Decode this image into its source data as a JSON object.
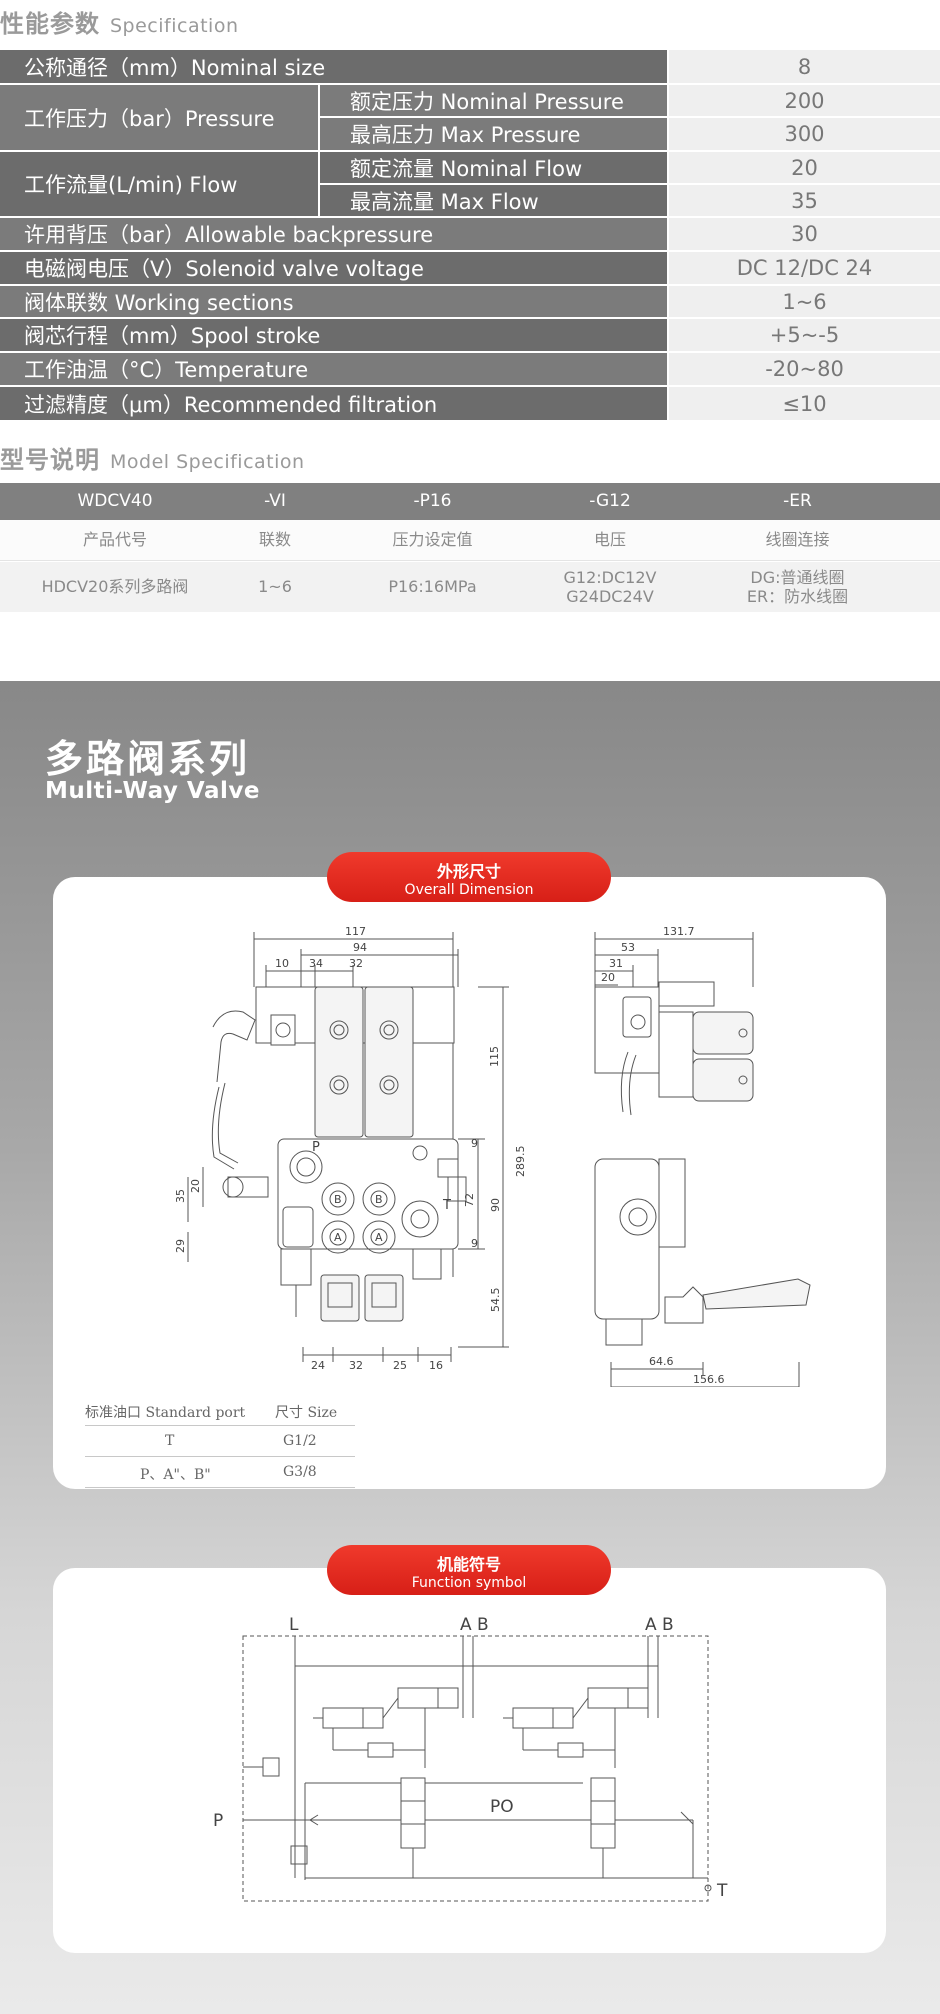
{
  "spec_section": {
    "title_zh": "性能参数",
    "title_en": "Specification"
  },
  "spec_rows": [
    {
      "label": "公称通径（mm）Nominal size",
      "value": "8"
    },
    {
      "group": "工作压力（bar）Pressure",
      "label": "额定压力 Nominal Pressure",
      "value": "200"
    },
    {
      "label": "最高压力 Max Pressure",
      "value": "300"
    },
    {
      "group": "工作流量(L/min) Flow",
      "label": "额定流量 Nominal Flow",
      "value": "20"
    },
    {
      "label": "最高流量 Max Flow",
      "value": "35"
    },
    {
      "label": "许用背压（bar）Allowable backpressure",
      "value": "30"
    },
    {
      "label": "电磁阀电压（V）Solenoid valve voltage",
      "value": "DC 12/DC 24"
    },
    {
      "label": "阀体联数 Working sections",
      "value": "1~6"
    },
    {
      "label": "阀芯行程（mm）Spool stroke",
      "value": "+5~-5"
    },
    {
      "label": "工作油温（°C）Temperature",
      "value": "-20~80"
    },
    {
      "label": "过滤精度（μm）Recommended filtration",
      "value": "≤10"
    }
  ],
  "model_section": {
    "title_zh": "型号说明",
    "title_en": "Model Specification"
  },
  "model_table": {
    "header": [
      "WDCV40",
      "-VI",
      "-P16",
      "-G12",
      "-ER"
    ],
    "row1": [
      "产品代号",
      "联数",
      "压力设定值",
      "电压",
      "线圈连接"
    ],
    "row2": [
      "HDCV20系列多路阀",
      "1~6",
      "P16:16MPa",
      "G12:DC12V\nG24DC24V",
      "DG:普通线圈\nER：防水线圈"
    ]
  },
  "product": {
    "title_zh": "多路阀系列",
    "title_en": "Multi-Way Valve"
  },
  "dimension_card": {
    "badge_zh": "外形尺寸",
    "badge_en": "Overall Dimension",
    "dims_front": {
      "w117": "117",
      "w94": "94",
      "w10": "10",
      "w34": "34",
      "w32": "32",
      "h115": "115",
      "h289": "289.5",
      "h9a": "9",
      "h72": "72",
      "h90": "90",
      "h9b": "9",
      "h54": "54.5",
      "l35": "35",
      "l20": "20",
      "l29": "29",
      "b24": "24",
      "b32": "32",
      "b25": "25",
      "b16": "16",
      "P": "P",
      "T": "T",
      "B": "B",
      "A": "A"
    },
    "dims_side": {
      "w131": "131.7",
      "w53": "53",
      "w31": "31",
      "w20": "20",
      "b64": "64.6",
      "b156": "156.6"
    },
    "port_table": {
      "header": [
        "标准油口 Standard port",
        "尺寸 Size"
      ],
      "rows": [
        [
          "T",
          "G1/2"
        ],
        [
          "P、A\"、B\"",
          "G3/8"
        ]
      ]
    }
  },
  "function_card": {
    "badge_zh": "机能符号",
    "badge_en": "Function symbol",
    "labels": {
      "L": "L",
      "AB1": "A B",
      "AB2": "A B",
      "P": "P",
      "PO": "PO",
      "T": "T"
    }
  }
}
